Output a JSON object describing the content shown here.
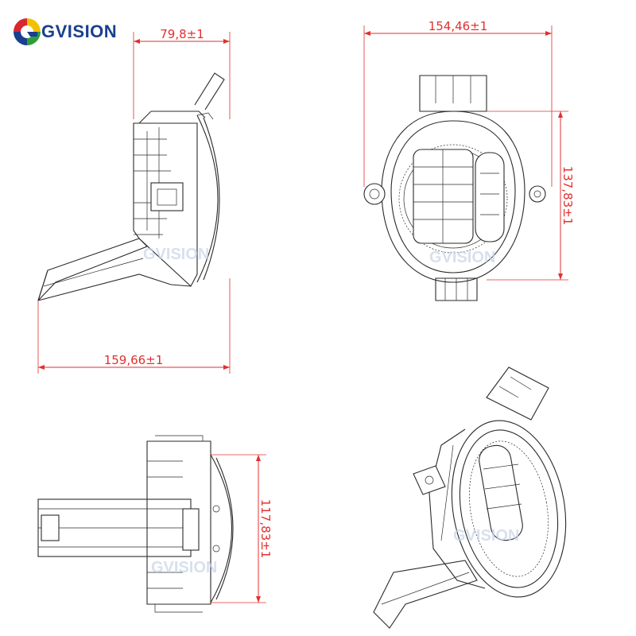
{
  "brand": {
    "name": "GVISION",
    "colors": {
      "blue": "#1b3f8f",
      "yellow": "#f2c200",
      "green": "#2e9d3a",
      "red": "#d7282f"
    }
  },
  "dimensions": {
    "side_depth": "79,8±1",
    "side_length": "159,66±1",
    "front_width": "154,46±1",
    "front_height": "137,83±1",
    "bottom_height": "117,83±1"
  },
  "watermark": "GVISION",
  "colors": {
    "dimension": "#e03030",
    "line": "#2a2a2a"
  }
}
